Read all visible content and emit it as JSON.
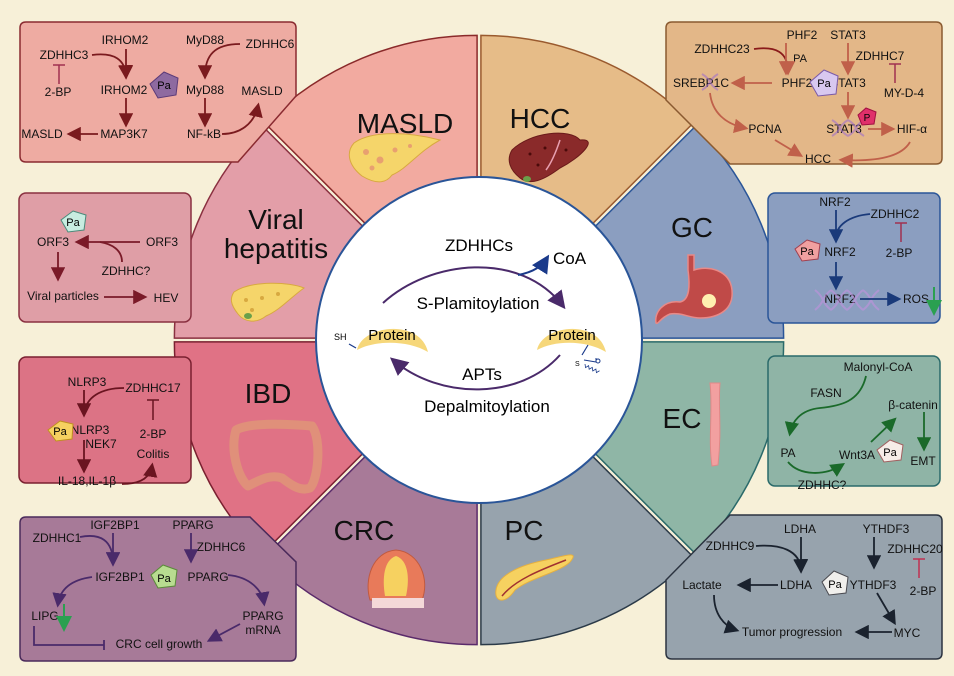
{
  "center": {
    "top_enzyme": "ZDHHCs",
    "byproduct": "CoA",
    "forward_process": "S-Plamitoylation",
    "reverse_enzyme": "APTs",
    "reverse_process": "Depalmitoylation",
    "protein_left": "Protein",
    "protein_right": "Protein",
    "thiol_label": "SH",
    "sulfur_label": "S"
  },
  "segments": [
    {
      "key": "masld",
      "label": "MASLD",
      "fill": "#f2aaa0",
      "stroke": "#8a2a2a",
      "organ": "fatty-liver"
    },
    {
      "key": "hcc",
      "label": "HCC",
      "fill": "#e6bc88",
      "stroke": "#9a5a2e",
      "organ": "cirrhotic-liver"
    },
    {
      "key": "gc",
      "label": "GC",
      "fill": "#8b9ec0",
      "stroke": "#2a5598",
      "organ": "stomach"
    },
    {
      "key": "ec",
      "label": "EC",
      "fill": "#8fb6a6",
      "stroke": "#2a6a6a",
      "organ": "esophagus"
    },
    {
      "key": "pc",
      "label": "PC",
      "fill": "#97a3ad",
      "stroke": "#2b3a48",
      "organ": "pancreas"
    },
    {
      "key": "crc",
      "label": "CRC",
      "fill": "#a87a98",
      "stroke": "#5a2a6a",
      "organ": "colorectal-tumor"
    },
    {
      "key": "ibd",
      "label": "IBD",
      "fill": "#e07285",
      "stroke": "#7a2030",
      "organ": "colon"
    },
    {
      "key": "viral",
      "label_line1": "Viral",
      "label_line2": "hepatitis",
      "fill": "#e39ea8",
      "stroke": "#8a3040",
      "organ": "liver"
    }
  ],
  "panels": {
    "masld": {
      "fill": "#eeaba2",
      "stroke": "#8a2a30",
      "arrow": "#7a1a1e",
      "nodes": {
        "irhom2_top": "IRHOM2",
        "zdhhc3": "ZDHHC3",
        "bp": "2-BP",
        "irhom2": "IRHOM2",
        "pa": "Pa",
        "myd88_top": "MyD88",
        "zdhhc6": "ZDHHC6",
        "myd88": "MyD88",
        "masld_right": "MASLD",
        "map3k7": "MAP3K7",
        "masld_left": "MASLD",
        "nfkb": "NF-kB"
      }
    },
    "hcc": {
      "fill": "#e3b788",
      "stroke": "#8a5a30",
      "arrow": "#c0604a",
      "nodes": {
        "phf2_top": "PHF2",
        "zdhhc23": "ZDHHC23",
        "pa_label": "PA",
        "stat3_top": "STAT3",
        "zdhhc7": "ZDHHC7",
        "srebp1c": "SREBP1C",
        "phf2": "PHF2",
        "pa": "Pa",
        "stat3": "STAT3",
        "myd4": "MY-D-4",
        "pcna": "PCNA",
        "stat3_p": "STAT3",
        "p": "P",
        "hif": "HIF-α",
        "hcc": "HCC"
      }
    },
    "viral": {
      "fill": "#df9ea6",
      "stroke": "#8a3040",
      "arrow": "#7a1a28",
      "nodes": {
        "pa": "Pa",
        "orf3_left": "ORF3",
        "orf3_right": "ORF3",
        "zdhhc": "ZDHHC?",
        "particles": "Viral particles",
        "hev": "HEV"
      }
    },
    "gc": {
      "fill": "#8b9ec0",
      "stroke": "#2a5598",
      "arrow": "#1a3a7a",
      "nodes": {
        "nrf2_top": "NRF2",
        "zdhhc2": "ZDHHC2",
        "pa": "Pa",
        "nrf2": "NRF2",
        "bp": "2-BP",
        "nrf2_dna": "NRF2",
        "ros": "ROS"
      }
    },
    "ibd": {
      "fill": "#dc7385",
      "stroke": "#7a2030",
      "arrow": "#6a1420",
      "nodes": {
        "nlrp3_top": "NLRP3",
        "zdhhc17": "ZDHHC17",
        "pa": "Pa",
        "nlrp3": "NLRP3",
        "bp": "2-BP",
        "nek7": "NEK7",
        "colitis": "Colitis",
        "il": "IL-18,IL-1β"
      }
    },
    "ec": {
      "fill": "#8fb4a6",
      "stroke": "#2a6a6a",
      "arrow": "#1a6a2a",
      "nodes": {
        "malonyl": "Malonyl-CoA",
        "fasn": "FASN",
        "catenin": "β-catenin",
        "pa_sub": "PA",
        "wnt3a": "Wnt3A",
        "pa": "Pa",
        "emt": "EMT",
        "zdhhc": "ZDHHC?"
      }
    },
    "crc": {
      "fill": "#a77a98",
      "stroke": "#4a2a5a",
      "arrow": "#4a2a6a",
      "nodes": {
        "igf_top": "IGF2BP1",
        "zdhhc1": "ZDHHC1",
        "pparg_top": "PPARG",
        "zdhhc6": "ZDHHC6",
        "igf": "IGF2BP1",
        "pa": "Pa",
        "pparg": "PPARG",
        "lipg": "LIPG",
        "pparg_m1": "PPARG",
        "pparg_m2": "mRNA",
        "growth": "CRC cell growth"
      }
    },
    "pc": {
      "fill": "#97a3ad",
      "stroke": "#2b3340",
      "arrow": "#1a222e",
      "nodes": {
        "ldha_top": "LDHA",
        "zdhhc9": "ZDHHC9",
        "ythdf3_top": "YTHDF3",
        "zdhhc20": "ZDHHC20",
        "lactate": "Lactate",
        "ldha": "LDHA",
        "pa": "Pa",
        "ythdf3": "YTHDF3",
        "bp": "2-BP",
        "tumor": "Tumor progression",
        "myc": "MYC"
      }
    }
  },
  "colors": {
    "background": "#f7f0d8",
    "center_circle": "#ffffff",
    "center_stroke": "#2a5598",
    "center_arrow": "#4a2a6a",
    "coa_arrow": "#1a3a8a",
    "protein": "#f6d77a",
    "inhibitor": "#c03050",
    "down_arrow": "#2aa050"
  }
}
